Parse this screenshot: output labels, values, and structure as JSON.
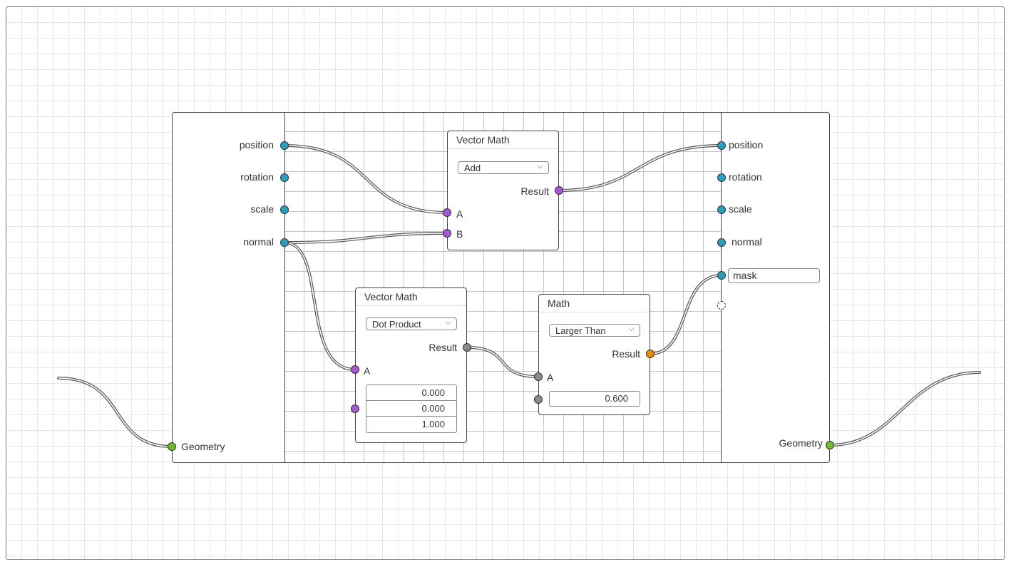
{
  "group_input": {
    "sockets": [
      "position",
      "rotation",
      "scale",
      "normal"
    ],
    "geometry_label": "Geometry"
  },
  "group_output": {
    "sockets": [
      "position",
      "rotation",
      "scale",
      "normal"
    ],
    "mask_value": "mask",
    "geometry_label": "Geometry"
  },
  "vector_math_add": {
    "title": "Vector Math",
    "operation": "Add",
    "output_label": "Result",
    "input_a": "A",
    "input_b": "B"
  },
  "vector_math_dot": {
    "title": "Vector Math",
    "operation": "Dot Product",
    "output_label": "Result",
    "input_a": "A",
    "vector_b": [
      "0.000",
      "0.000",
      "1.000"
    ]
  },
  "math_node": {
    "title": "Math",
    "operation": "Larger Than",
    "output_label": "Result",
    "input_a": "A",
    "threshold": "0.600"
  },
  "colors": {
    "vector_socket": "#2a9fbc",
    "vector_math_socket": "#a855d8",
    "float_socket": "#8a8a8a",
    "bool_socket": "#f08c00",
    "geometry_socket": "#6cbf2a"
  }
}
